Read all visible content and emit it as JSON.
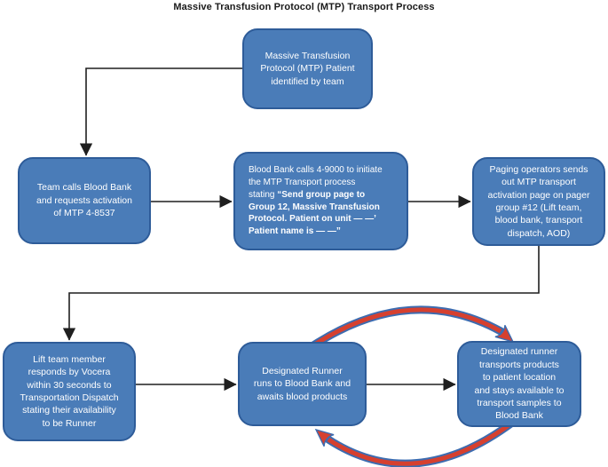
{
  "title": "Massive Transfusion Protocol (MTP) Transport Process",
  "colors": {
    "box_fill": "#4a7cb8",
    "box_border": "#2e5c99",
    "box_text": "#ffffff",
    "connector": "#1f1f1f",
    "cycle_arrow_red": "#d6402f",
    "cycle_arrow_blue": "#3d6cb0"
  },
  "nodes": {
    "identify": {
      "text": "Massive Transfusion\nProtocol (MTP) Patient\nidentified by team"
    },
    "team_calls": {
      "text": "Team calls Blood Bank\nand requests activation\nof MTP 4-8537"
    },
    "blood_bank_calls": {
      "text_normal": "Blood Bank calls 4-9000 to initiate\nthe MTP Transport process\nstating ",
      "text_bold": "“Send group page to\nGroup 12, Massive Transfusion\nProtocol. Patient on unit — —’\nPatient name is — —”"
    },
    "paging": {
      "text": "Paging operators sends\nout MTP transport\nactivation page on pager\ngroup #12 (Lift team,\nblood bank, transport\ndispatch, AOD)"
    },
    "lift_team": {
      "text": "Lift team member\nresponds by Vocera\nwithin 30 seconds to\nTransportation Dispatch\nstating their availability\nto be Runner"
    },
    "runner_waits": {
      "text": "Designated Runner\nruns to Blood Bank and\nawaits blood products"
    },
    "runner_transports": {
      "text": "Designated runner\ntransports products\nto patient location\nand stays available to\ntransport samples to\nBlood Bank"
    }
  }
}
